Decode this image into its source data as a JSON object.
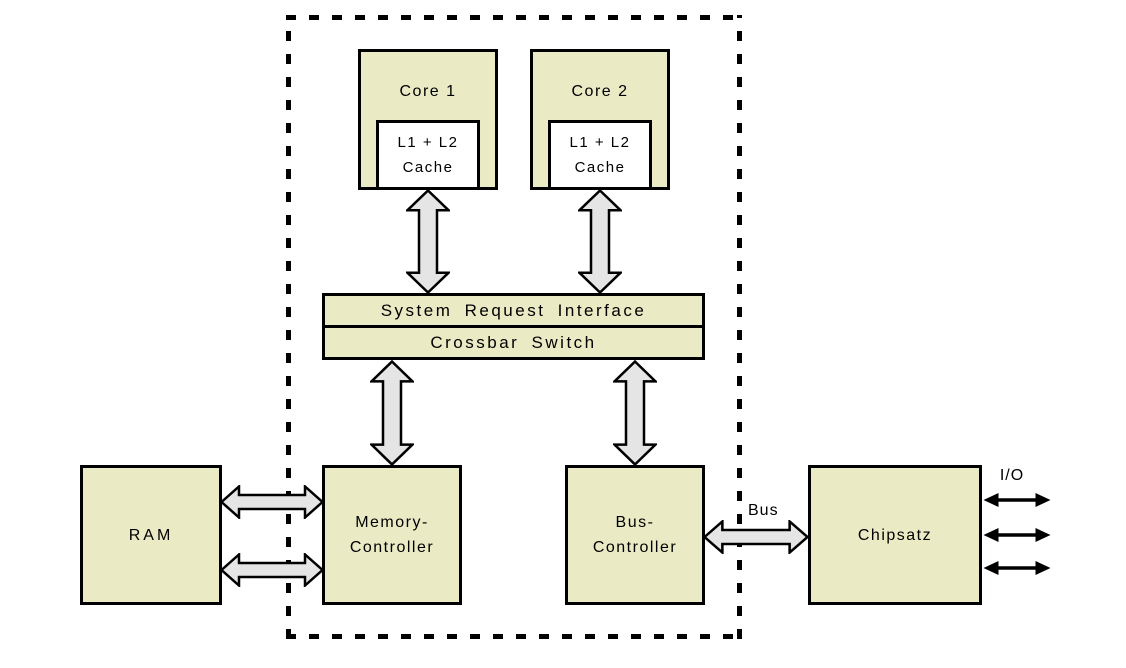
{
  "diagram": {
    "nodes": {
      "core1": {
        "label": "Core 1"
      },
      "cache1": {
        "line1": "L1 + L2",
        "line2": "Cache"
      },
      "core2": {
        "label": "Core 2"
      },
      "cache2": {
        "line1": "L1 + L2",
        "line2": "Cache"
      },
      "system_request_interface": {
        "label": "System Request Interface"
      },
      "crossbar_switch": {
        "label": "Crossbar Switch"
      },
      "ram": {
        "label": "RAM"
      },
      "memory_controller": {
        "line1": "Memory-",
        "line2": "Controller"
      },
      "bus_controller": {
        "line1": "Bus-",
        "line2": "Controller"
      },
      "chipset": {
        "label": "Chipsatz"
      }
    },
    "edge_labels": {
      "bus": "Bus",
      "io": "I/O"
    },
    "colors": {
      "node_fill": "#eaebc5",
      "cache_fill": "#ffffff",
      "arrow_fill": "#e5e5e5",
      "line": "#000000",
      "background": "#ffffff"
    }
  }
}
